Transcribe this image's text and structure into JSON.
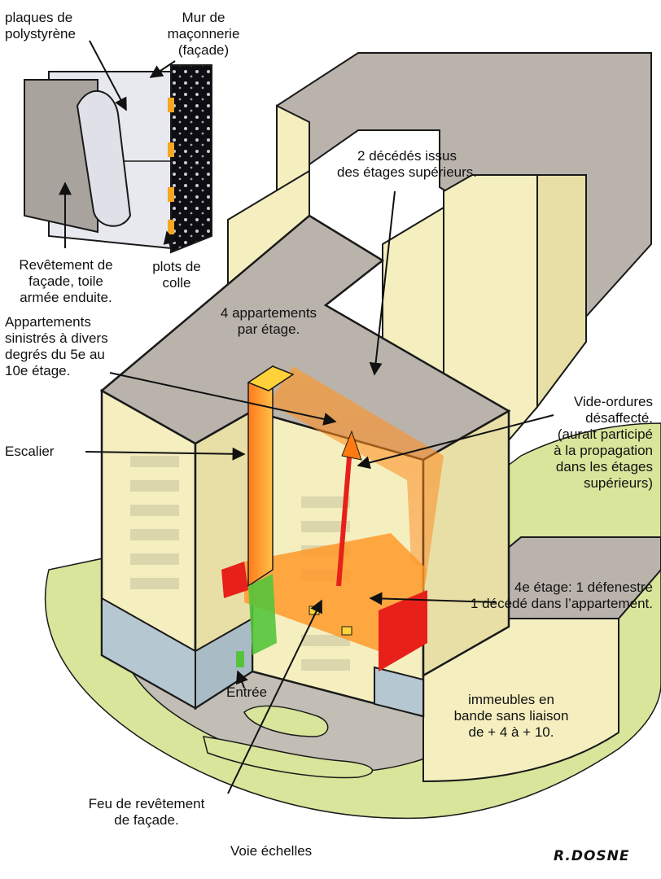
{
  "labels": {
    "plaques_polystyrene": "plaques de\npolystyrène",
    "mur_maconnerie": "Mur de\nmaçonnerie\n(façade)",
    "deux_decedes": "2 décédés issus\ndes étages supérieurs.",
    "revetement_facade": "Revêtement de\nfaçade, toile\narmée enduite.",
    "plots_colle": "plots de\ncolle",
    "quatre_appartements": "4 appartements\npar étage.",
    "appartements_sinistres": "Appartements\nsinistrés à divers\ndegrés du 5e au\n10e étage.",
    "vide_ordures": "Vide-ordures\ndésaffecté.\n(aurait participé\nà la propagation\ndans les étages\nsupérieurs)",
    "escalier": "Escalier",
    "quatrieme_etage": "4e étage: 1 défenestré\n1 décédé dans l’appartement.",
    "entree": "Entrée",
    "immeubles_bande": "immeubles en\nbande sans liaison\nde + 4 à + 10.",
    "feu_revetement": "Feu de revêtement\nde façade.",
    "voie_echelles": "Voie échelles"
  },
  "signature": "R.DOSNE",
  "colors": {
    "building_wall": "#f5efc0",
    "building_wall_shade": "#e8dfa6",
    "roof": "#b9b3ac",
    "ground": "#c2bdb5",
    "grass": "#d9e59a",
    "base_blue": "#b5c7d0",
    "fire_orange": "#ff8a1f",
    "fire_red": "#e8201a",
    "entrance_green": "#55c43c",
    "outline": "#1a1a1a"
  }
}
